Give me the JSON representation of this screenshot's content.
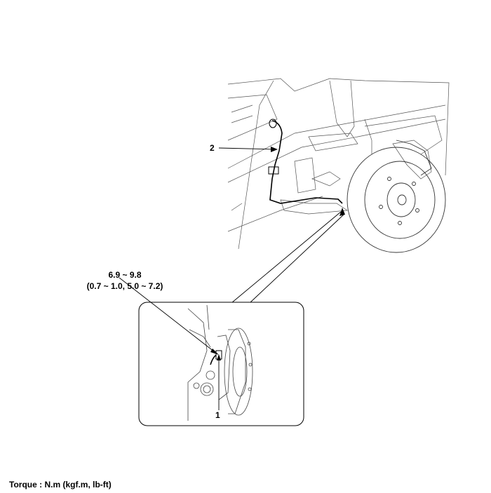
{
  "callouts": {
    "item1": "1",
    "item2": "2"
  },
  "torque_value": {
    "nm": "6.9 ~ 9.8",
    "alt_units": "(0.7 ~ 1.0, 5.0 ~ 7.2)"
  },
  "footer": {
    "torque_units": "Torque : N.m (kgf.m, lb-ft)"
  }
}
